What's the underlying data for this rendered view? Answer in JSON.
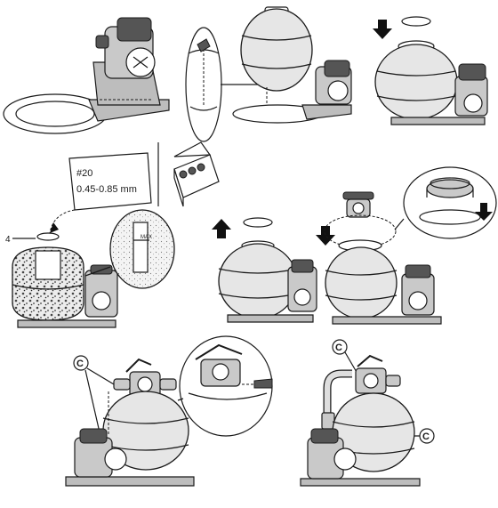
{
  "sand_label": {
    "grade": "#20",
    "range": "0.45-0.85 mm"
  },
  "callout_number": "4",
  "max_label": "MAX",
  "callout_c": "C"
}
